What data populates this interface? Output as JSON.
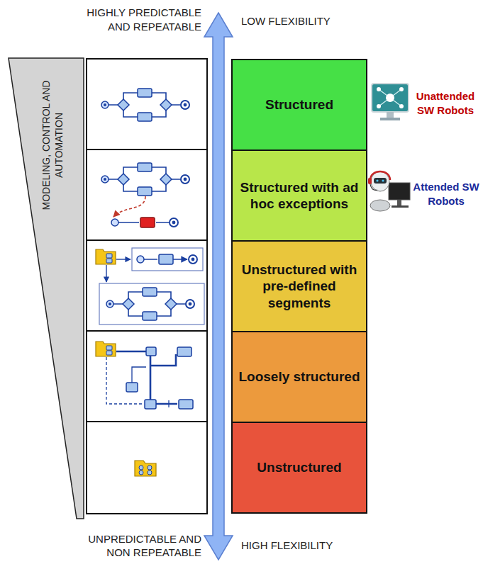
{
  "diagram": {
    "nodes": [
      {
        "text": [
          "Structured"
        ]
      },
      {
        "text": [
          "Structured with ad hoc exceptions"
        ]
      },
      {
        "text": [
          "Unstructured with pre-defined segments"
        ]
      },
      {
        "text": [
          "Loosely structured"
        ]
      },
      {
        "text": [
          "Unstructured"
        ]
      }
    ],
    "labels": [
      "HIGHLY PREDICTABLE AND REPEATABLE",
      "LOW FLEXIBILITY",
      "MODELING, CONTROL AND AUTOMATION",
      "Unattended SW Robots",
      "Attended SW Robots",
      "UNPREDICTABLE AND NON REPEATABLE",
      "HIGH FLEXIBILITY"
    ]
  }
}
